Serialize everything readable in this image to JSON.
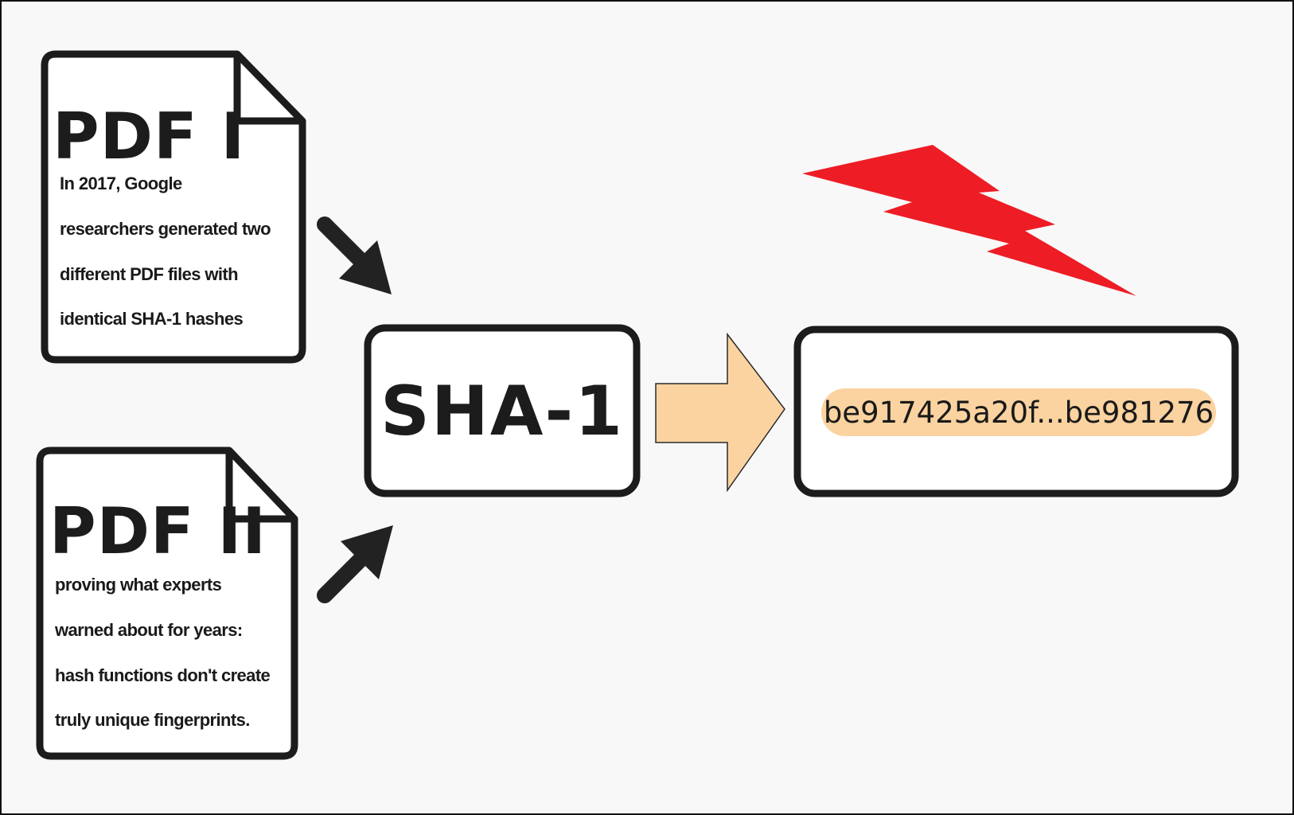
{
  "documents": [
    {
      "title": "PDF I",
      "lines": [
        "In 2017, Google",
        "researchers generated two",
        "different PDF files with",
        "identical SHA-1 hashes"
      ]
    },
    {
      "title": "PDF II",
      "lines": [
        "proving what experts",
        "warned about for years:",
        "hash functions don't create",
        "truly unique fingerprints."
      ]
    }
  ],
  "function_box": {
    "label": "SHA-1"
  },
  "output_box": {
    "hash": "be917425a20f...be981276"
  },
  "colors": {
    "outline": "#1c1c1c",
    "background": "#f8f8f8",
    "output_arrow": "#fbd3a0",
    "lightning": "#ee1c25",
    "hash_highlight": "#fbd3a0"
  },
  "icons": [
    "document-icon",
    "arrow-down-right-icon",
    "arrow-up-right-icon",
    "arrow-right-icon",
    "lightning-bolt-icon"
  ]
}
